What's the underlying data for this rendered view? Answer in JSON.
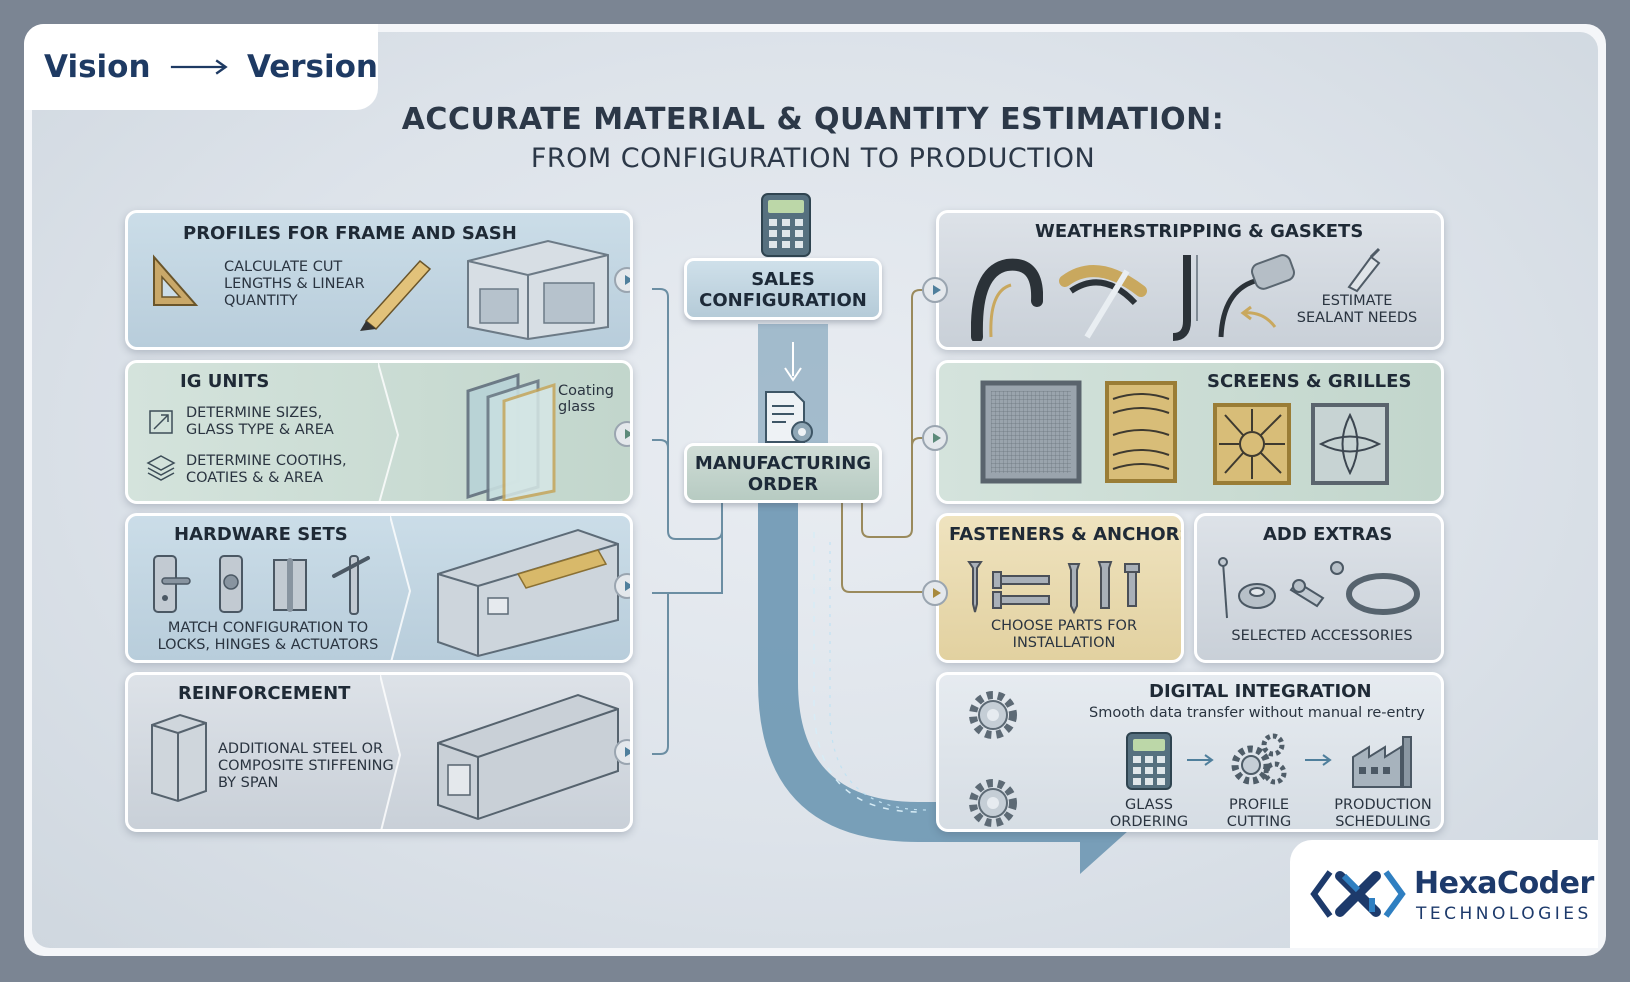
{
  "brand": {
    "left": "Vision",
    "right": "Version"
  },
  "title": {
    "line1": "ACCURATE MATERIAL & QUANTITY ESTIMATION:",
    "line2": "FROM CONFIGURATION TO PRODUCTION"
  },
  "center": {
    "sales": "SALES CONFIGURATION",
    "order": "MANUFACTURING ORDER"
  },
  "profiles": {
    "title": "PROFILES FOR FRAME AND SASH",
    "text": "CALCULATE CUT LENGTHS & LINEAR QUANTITY"
  },
  "ig": {
    "title": "IG UNITS",
    "item1": "DETERMINE SIZES, GLASS TYPE & AREA",
    "item2": "DETERMINE COOTIHS, COATIES & & AREA",
    "label": "Coating glass"
  },
  "hardware": {
    "title": "HARDWARE SETS",
    "text": "MATCH CONFIGURATION TO LOCKS, HINGES & ACTUATORS"
  },
  "reinforcement": {
    "title": "REINFORCEMENT",
    "text": "ADDITIONAL STEEL OR COMPOSITE STIFFENING BY SPAN"
  },
  "weather": {
    "title": "WEATHERSTRIPPING & GASKETS",
    "text": "ESTIMATE SEALANT NEEDS"
  },
  "screens": {
    "title": "SCREENS & GRILLES"
  },
  "fasteners": {
    "title": "FASTENERS & ANCHORS",
    "text": "CHOOSE PARTS FOR INSTALLATION"
  },
  "extras": {
    "title": "ADD EXTRAS",
    "text": "SELECTED ACCESSORIES"
  },
  "digital": {
    "title": "DIGITAL INTEGRATION",
    "subtitle": "Smooth data transfer without manual re-entry",
    "step1": "GLASS ORDERING",
    "step2": "PROFILE CUTTING",
    "step3": "PRODUCTION SCHEDULING"
  },
  "logo": {
    "name": "HexaCoder",
    "sub": "TECHNOLOGIES"
  },
  "colors": {
    "navy": "#1e3a63",
    "steel": "#6f93ad",
    "gold": "#a88a3d",
    "flow": "#5f8cac"
  },
  "icons": [
    "arrow-right-icon",
    "triangle-ruler-icon",
    "pencil-icon",
    "aluminum-profile-icon",
    "calculator-icon",
    "document-gear-icon",
    "glass-unit-icon",
    "resize-icon",
    "layers-icon",
    "door-handle-icon",
    "lock-icon",
    "hinge-icon",
    "actuator-icon",
    "steel-channel-icon",
    "gasket-icon",
    "sealant-gun-icon",
    "mesh-screen-icon",
    "grille-icon",
    "screw-icon",
    "washer-icon",
    "clamp-icon",
    "gear-icon",
    "factory-icon",
    "hexacoder-logo-icon"
  ]
}
